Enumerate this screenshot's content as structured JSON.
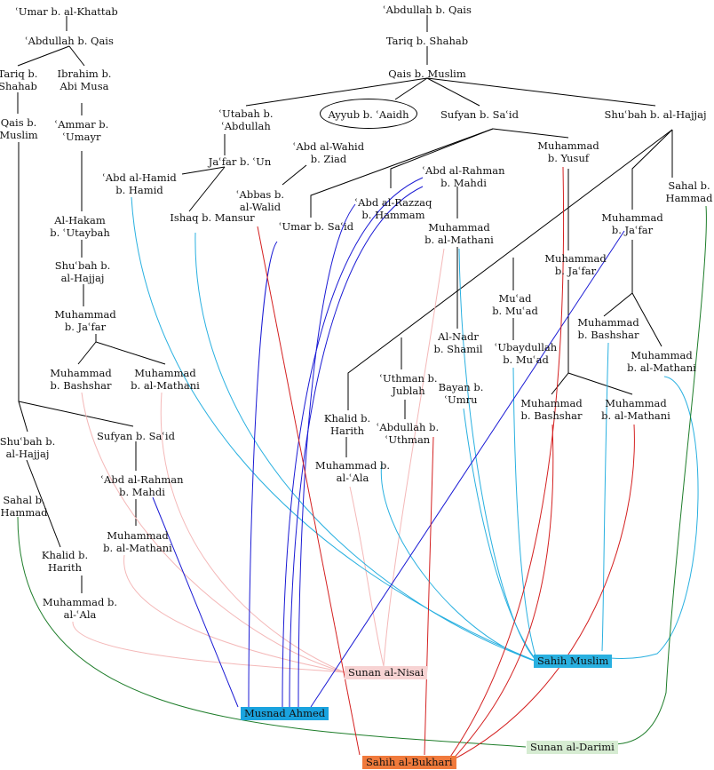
{
  "narrators": {
    "umar_khattab": "ʿUmar b. al-Khattab",
    "abdullah_qais_left": "ʿAbdullah b. Qais",
    "tariq_left": "Tariq b.\nShahab",
    "ibrahim": "Ibrahim b.\nAbi Musa",
    "qais_left": "Qais b.\nMuslim",
    "ammar": "ʿAmmar b.\nʿUmayr",
    "al_hakam": "Al-Hakam\nb. ʿUtaybah",
    "shubah_left": "Shuʿbah b.\nal-Hajjaj",
    "muhammad_jafar_left": "Muhammad\nb. Jaʿfar",
    "bashshar_left": "Muhammad\nb. Bashshar",
    "mathani_left": "Muhammad\nb. al-Mathani",
    "shubah_left2": "Shuʿbah b.\nal-Hajjaj",
    "sufyan_left": "Sufyan b. Saʿid",
    "abd_rahman_left": "ʿAbd al-Rahman\nb. Mahdi",
    "mathani_left2": "Muhammad\nb. al-Mathani",
    "sahal_left": "Sahal b.\nHammad",
    "khalid_left": "Khalid b.\nHarith",
    "muhammad_ala_left": "Muhammad b.\nal-ʿAla",
    "abdullah_qais_top": "ʿAbdullah b. Qais",
    "tariq_top": "Tariq b. Shahab",
    "qais_top": "Qais b. Muslim",
    "utabah": "ʿUtabah b.\nʿAbdullah",
    "ayyub": "Ayyub b. ʿAaidh",
    "sufyan_top": "Sufyan b. Saʿid",
    "shubah_top": "Shuʿbah b. al-Hajjaj",
    "abd_wahid": "ʿAbd al-Wahid\nb. Ziad",
    "jafar_un": "Jaʿfar b. ʿUn",
    "abd_hamid": "ʿAbd al-Hamid\nb. Hamid",
    "abbas": "ʿAbbas b.\nal-Walid",
    "ishaq": "Ishaq b. Mansur",
    "umar_said": "ʿUmar b. Saʿid",
    "abd_rahman_mid": "ʿAbd al-Rahman\nb. Mahdi",
    "abd_razzaq": "ʿAbd al-Razzaq\nb. Hammam",
    "muhammad_yusuf": "Muhammad\nb. Yusuf",
    "mathani_mid": "Muhammad\nb. al-Mathani",
    "sahal_right": "Sahal b.\nHammad",
    "muhammad_jafar_right": "Muhammad\nb. Jaʿfar",
    "muhammad_jafar_mid": "Muhammad\nb. Jaʿfar",
    "muad_muad": "Muʿad\nb. Muʿad",
    "ubaydullah": "ʿUbaydullah\nb. Muʿad",
    "bashshar_right": "Muhammad\nb. Bashshar",
    "mathani_right": "Muhammad\nb. al-Mathani",
    "bashshar_mid": "Muhammad\nb. Bashshar",
    "mathani_mid2": "Muhammad\nb. al-Mathani",
    "al_nadr": "Al-Nadr\nb. Shamil",
    "bayan": "Bayan b.\nʿUmru",
    "uthman_jublah": "ʿUthman b.\nJublah",
    "abdullah_uthman": "ʿAbdullah b.\nʿUthman",
    "khalid_mid": "Khalid b.\nHarith",
    "muhammad_ala_mid": "Muhammad b.\nal-ʿAla"
  },
  "collections": {
    "nisai": "Sunan al-Nisai",
    "muslim": "Sahih Muslim",
    "ahmed": "Musnad Ahmed",
    "darimi": "Sunan al-Darimi",
    "bukhari": "Sahih al-Bukhari"
  },
  "colors": {
    "tree_line": "#000000",
    "nisai": "#f4b8b8",
    "muslim": "#29b0e0",
    "ahmed": "#1a1ad4",
    "darimi": "#1e7d2a",
    "bukhari": "#d42020",
    "nisai_bg": "#f7d3d3",
    "muslim_bg": "#29b0e0",
    "ahmed_bg": "#1aa3df",
    "darimi_bg": "#d6ecd2",
    "bukhari_bg": "#f07a3c"
  }
}
